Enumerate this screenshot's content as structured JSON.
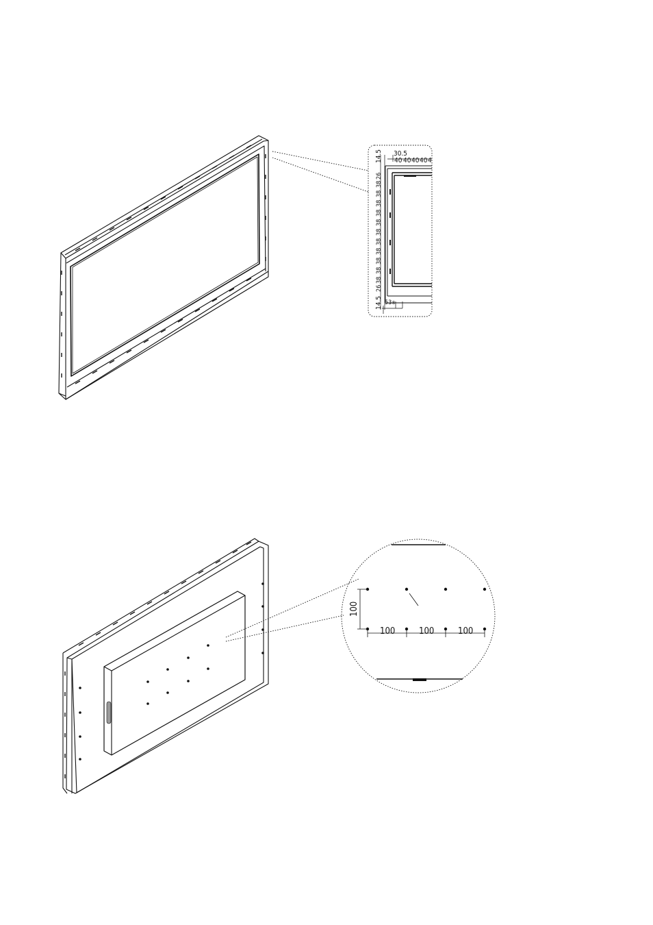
{
  "top_detail": {
    "top_labels": {
      "offset": "30.5",
      "pitches": [
        "40",
        "40",
        "40",
        "40",
        "4"
      ]
    },
    "left_labels": {
      "edge_top": "14.5",
      "pitch_first": "26",
      "pitch_mid": "38",
      "pitch_last": "26",
      "edge_bottom": "14.5"
    },
    "bottom_labels": {
      "a": "53",
      "b": "8"
    }
  },
  "vesa_detail": {
    "horizontal": [
      "100",
      "100",
      "100"
    ],
    "vertical": "100"
  },
  "colors": {
    "ink": "#111111",
    "paper": "#ffffff",
    "connector": "#9a9a9a"
  }
}
